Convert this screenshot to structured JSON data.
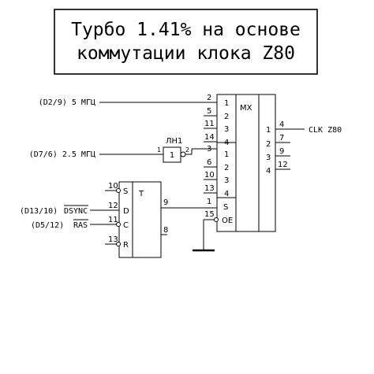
{
  "title": {
    "line1": "Турбо 1.41% на основе",
    "line2": "коммутации клока Z80"
  },
  "inputs": {
    "clk5": "(D2/9) 5 МГЦ",
    "clk25": "(D7/6) 2.5 МГЦ",
    "dsync_ref": "(D13/10)",
    "dsync_signal": "DSYNC",
    "ras_ref": "(D5/12)",
    "ras_signal": "RAS"
  },
  "output": {
    "label": "CLK Z80",
    "pin": "4"
  },
  "inverter": {
    "name": "ЛН1",
    "function": "1",
    "pin_in": "1",
    "pin_out": "2"
  },
  "trigger": {
    "function": "T",
    "inputs": [
      {
        "pin": "10",
        "label": "S"
      },
      {
        "pin": "12",
        "label": "D"
      },
      {
        "pin": "11",
        "label": "C"
      },
      {
        "pin": "13",
        "label": "R"
      }
    ],
    "out_q": "9",
    "out_qn": "8"
  },
  "mux": {
    "function": "MX",
    "group1": [
      {
        "pin": "2",
        "label": "1"
      },
      {
        "pin": "5",
        "label": "2"
      },
      {
        "pin": "11",
        "label": "3"
      },
      {
        "pin": "14",
        "label": "4"
      }
    ],
    "group2": [
      {
        "pin": "3",
        "label": "1"
      },
      {
        "pin": "6",
        "label": "2"
      },
      {
        "pin": "10",
        "label": "3"
      },
      {
        "pin": "13",
        "label": "4"
      }
    ],
    "select": {
      "pin": "1",
      "label": "S"
    },
    "enable": {
      "pin": "15",
      "label": "OE"
    },
    "outputs": [
      {
        "pin": "4",
        "label": "1"
      },
      {
        "pin": "7",
        "label": "2"
      },
      {
        "pin": "9",
        "label": "3"
      },
      {
        "pin": "12",
        "label": "4"
      }
    ]
  }
}
